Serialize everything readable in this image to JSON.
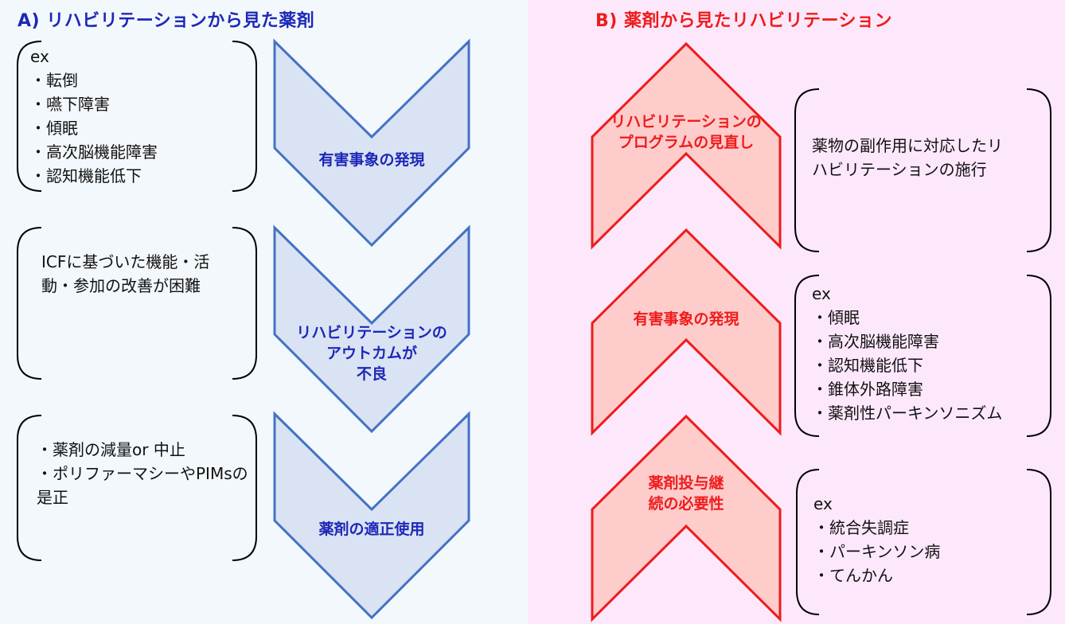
{
  "panel_a": {
    "title": "A) リハビリテーションから見た薬剤",
    "notes": [
      {
        "lines": [
          "ex",
          "・転倒",
          "・嚥下障害",
          "・傾眠",
          "・高次脳機能障害",
          "・認知機能低下"
        ]
      },
      {
        "lines": [
          "ICFに基づいた機能・活",
          "動・参加の改善が困難"
        ]
      },
      {
        "lines": [
          "・薬剤の減量or 中止",
          "・ポリファーマシーやPIMsの",
          "是正"
        ]
      }
    ],
    "chevrons": [
      {
        "lines": [
          "有害事象の発現"
        ]
      },
      {
        "lines": [
          "リハビリテーションの",
          "アウトカムが",
          "不良"
        ]
      },
      {
        "lines": [
          "薬剤の適正使用"
        ]
      }
    ]
  },
  "panel_b": {
    "title": "B) 薬剤から見たリハビリテーション",
    "notes": [
      {
        "lines": [
          "薬物の副作用に対応したリ",
          "ハビリテーションの施行"
        ]
      },
      {
        "lines": [
          "ex",
          "・傾眠",
          "・高次脳機能障害",
          "・認知機能低下",
          "・錐体外路障害",
          "・薬剤性パーキンソニズム"
        ]
      },
      {
        "lines": [
          "ex",
          "・統合失調症",
          "・パーキンソン病",
          "・てんかん"
        ]
      }
    ],
    "chevrons": [
      {
        "lines": [
          "リハビリテーションの",
          "プログラムの見直し"
        ]
      },
      {
        "lines": [
          "有害事象の発現"
        ]
      },
      {
        "lines": [
          "薬剤投与継",
          "続の必要性"
        ]
      }
    ]
  },
  "colors": {
    "panel_a_bg": "#f3f8fc",
    "panel_b_bg": "#fde8fb",
    "chevron_a_fill": "#dae3f3",
    "chevron_a_stroke": "#4472c4",
    "chevron_b_fill": "#ffcccc",
    "chevron_b_stroke": "#ee1c1c",
    "text_a": "#1d28b8",
    "text_b": "#ee1c1c"
  }
}
